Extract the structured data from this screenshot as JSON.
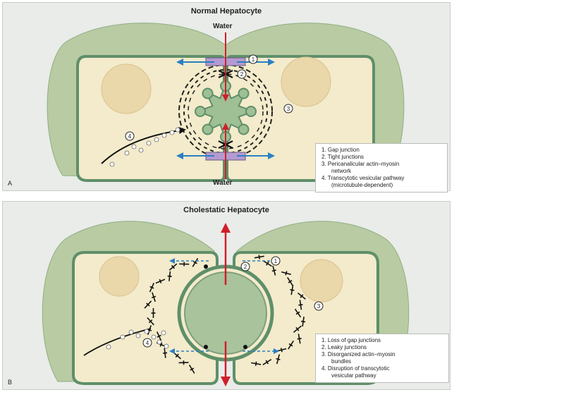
{
  "panel_a": {
    "title": "Normal Hepatocyte",
    "water_top": "Water",
    "water_bottom": "Water",
    "corner_label": "A",
    "markers": [
      "1",
      "2",
      "3",
      "4"
    ],
    "legend": [
      {
        "text": "1. Gap junction"
      },
      {
        "text": "2. Tight junctions"
      },
      {
        "text": "3. Pericanalicular actin–myosin"
      },
      {
        "text": "network",
        "indent": true
      },
      {
        "text": "4. Transcytotic vesicular pathway"
      },
      {
        "text": "(microtubule-dependent)",
        "indent": true
      }
    ]
  },
  "panel_b": {
    "title": "Cholestatic Hepatocyte",
    "corner_label": "B",
    "markers": [
      "1",
      "2",
      "3",
      "4"
    ],
    "legend": [
      {
        "text": "1. Loss of gap junctions"
      },
      {
        "text": "2. Leaky junctions"
      },
      {
        "text": "3. Disorganized actin–myosin"
      },
      {
        "text": "bundles",
        "indent": true
      },
      {
        "text": "4. Disruption of transcytotic"
      },
      {
        "text": "vesicular pathway",
        "indent": true
      }
    ]
  },
  "colors": {
    "cell_outer": "#b7c99f",
    "cell_membrane": "#5f8f6a",
    "cytoplasm": "#f3ebcb",
    "nucleus": "#ead9ae",
    "canaliculus": "#9fbf94",
    "water_arrow": "#d01f2a",
    "gap_arrow": "#2b7fc4"
  }
}
